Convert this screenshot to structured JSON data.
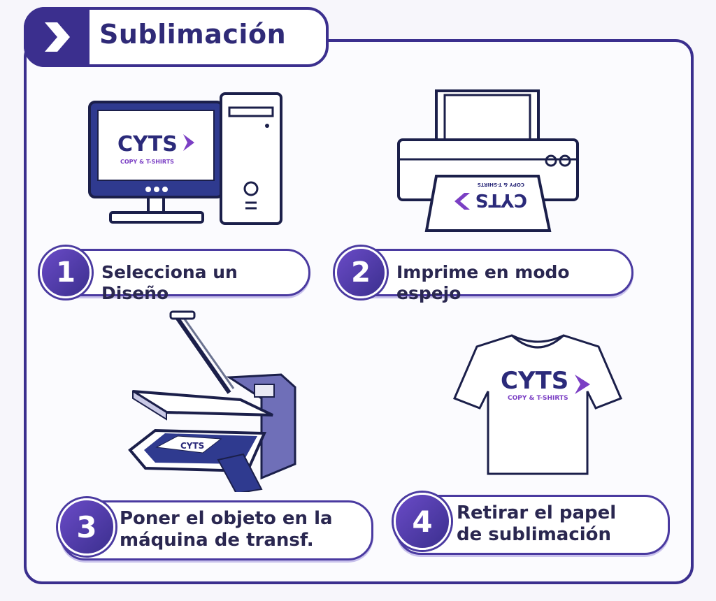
{
  "title": "Sublimación",
  "colors": {
    "primary": "#3b2f8e",
    "accent": "#6a4bc7",
    "text": "#2a2750",
    "logo_blue": "#2b2a7a",
    "logo_purple": "#7b3fc4"
  },
  "logo": {
    "name": "CYTS",
    "tagline": "COPY & T-SHIRTS"
  },
  "steps": [
    {
      "number": "1",
      "label": "Selecciona un Diseño",
      "icon": "computer-icon"
    },
    {
      "number": "2",
      "label": "Imprime en modo espejo",
      "icon": "printer-icon"
    },
    {
      "number": "3",
      "label_line1": "Poner el objeto en la",
      "label_line2": "máquina de transf.",
      "icon": "heat-press-icon"
    },
    {
      "number": "4",
      "label_line1": "Retirar el papel",
      "label_line2": "de sublimación",
      "icon": "tshirt-icon"
    }
  ]
}
